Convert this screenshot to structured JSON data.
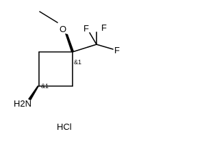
{
  "molecule": {
    "atoms": {
      "oxygen": "O",
      "fluorine_top": "F",
      "fluorine_right": "F",
      "fluorine_left": "F",
      "amine": "H2N"
    },
    "stereo": {
      "c1_label": "&1",
      "c3_label": "&1"
    },
    "salt": "HCl"
  },
  "colors": {
    "ink": "#000000",
    "background": "#ffffff"
  }
}
